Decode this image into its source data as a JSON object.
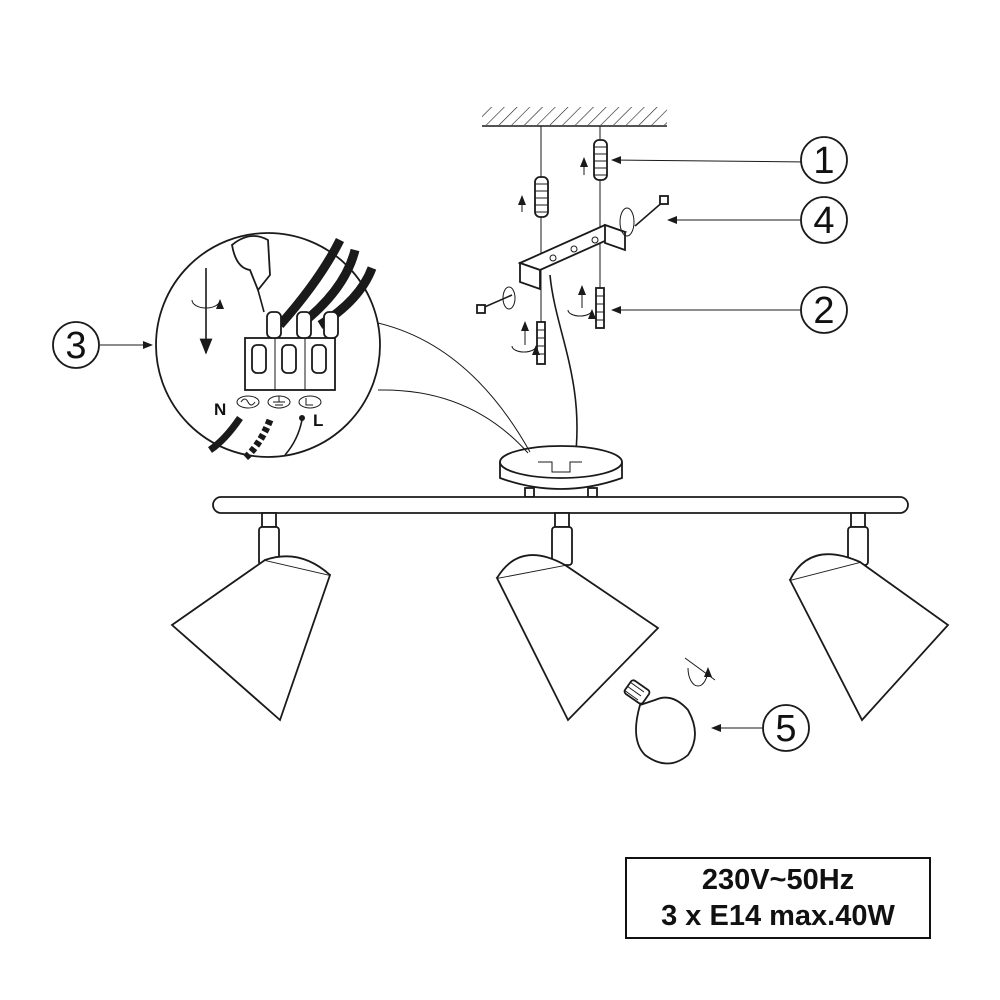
{
  "callouts": [
    {
      "id": "1",
      "label": "1"
    },
    {
      "id": "2",
      "label": "2"
    },
    {
      "id": "3",
      "label": "3"
    },
    {
      "id": "4",
      "label": "4"
    },
    {
      "id": "5",
      "label": "5"
    }
  ],
  "terminal_labels": {
    "neutral": "N",
    "live": "L"
  },
  "spec": {
    "voltage": "230V~50Hz",
    "bulbs": "3 x E14 max.40W"
  },
  "colors": {
    "line": "#1a1a1a",
    "background": "#ffffff"
  },
  "icons": [
    "ceiling-hatch",
    "wall-plug",
    "screw",
    "mounting-bracket",
    "terminal-block",
    "lamp-shade",
    "e14-bulb",
    "rotation-arrow"
  ]
}
